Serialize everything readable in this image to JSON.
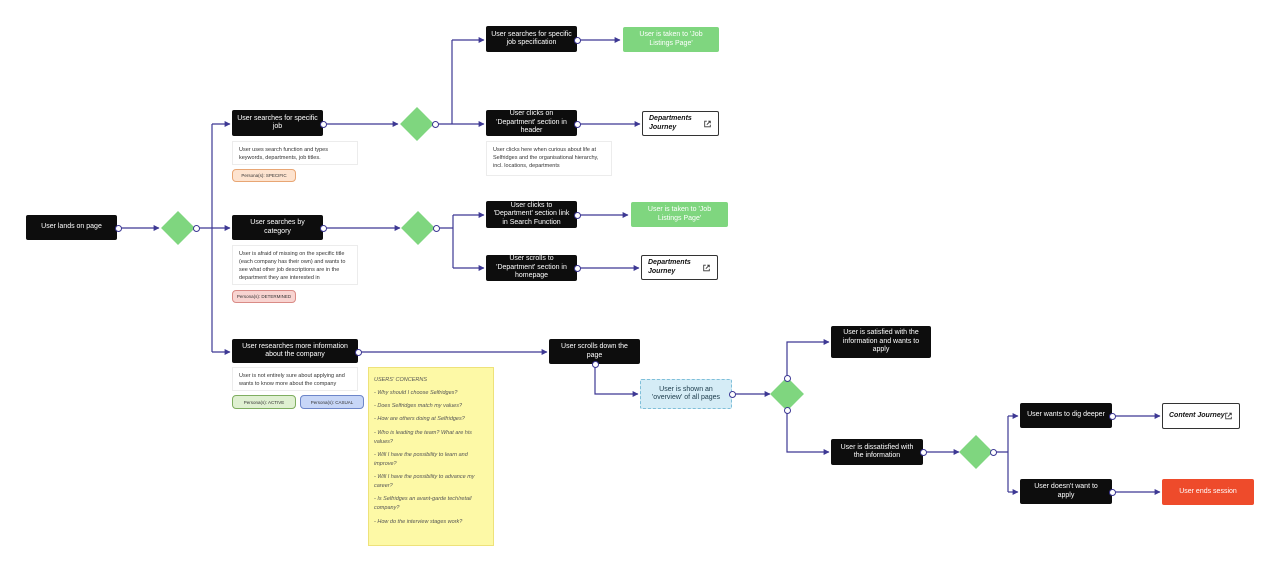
{
  "colors": {
    "connector": "#3d3894",
    "action": "#0d0d0d",
    "success": "#7fd67f",
    "end": "#ee4b2b"
  },
  "nodes": {
    "lands": "User lands on page",
    "search_job": "User searches for specific job",
    "search_category": "User searches by category",
    "research": "User researches more information about the company",
    "search_spec": "User searches for specific job specification",
    "clicks_dept_header": "User clicks on 'Department' section in header",
    "clicks_dept_search": "User clicks to 'Department' section link in Search Function",
    "scrolls_dept_home": "User scrolls to 'Department' section in homepage",
    "listings_1": "User is taken to 'Job Listings Page'",
    "listings_2": "User is taken to 'Job Listings Page'",
    "dept_journey_1": "Departments Journey",
    "dept_journey_2": "Departments Journey",
    "scroll_down": "User scrolls down the page",
    "overview": "User is shown an 'overview' of all pages",
    "satisfied": "User is satisfied with the information and wants to apply",
    "dissatisfied": "User is dissatisfied with the information",
    "dig_deeper": "User wants to dig deeper",
    "not_apply": "User doesn't want to apply",
    "content_journey": "Content Journey",
    "ends_session": "User ends session"
  },
  "notes": {
    "search_job": "User uses search function and types keywords, departments, job titles.",
    "category": "User is afraid of missing on the specific title (each company has their own) and wants to see what other job descriptions are in the department they are interested in",
    "research": "User is not entirely sure about applying and wants to know more about the company",
    "dept_header": "User clicks here when curious about life at Selfridges and the organisational hierarchy, incl. locations, departments"
  },
  "personas": {
    "specific": "Persona(s): SPECIFIC",
    "determined": "Persona(s): DETERMINED",
    "active": "Persona(s): ACTIVE",
    "casual": "Persona(s): CASUAL"
  },
  "concerns": {
    "title": "USERS' CONCERNS",
    "items": [
      "- Why should I choose Selfridges?",
      "- Does Selfridges match my values?",
      "- How are others doing at Selfridges?",
      "- Who is leading the team? What are his values?",
      "- Will I have the possibility to learn and improve?",
      "- Will I have the possibility to advance my career?",
      "- Is Selfridges an avant-garde tech/retail company?",
      "- How do the interview stages work?"
    ]
  }
}
